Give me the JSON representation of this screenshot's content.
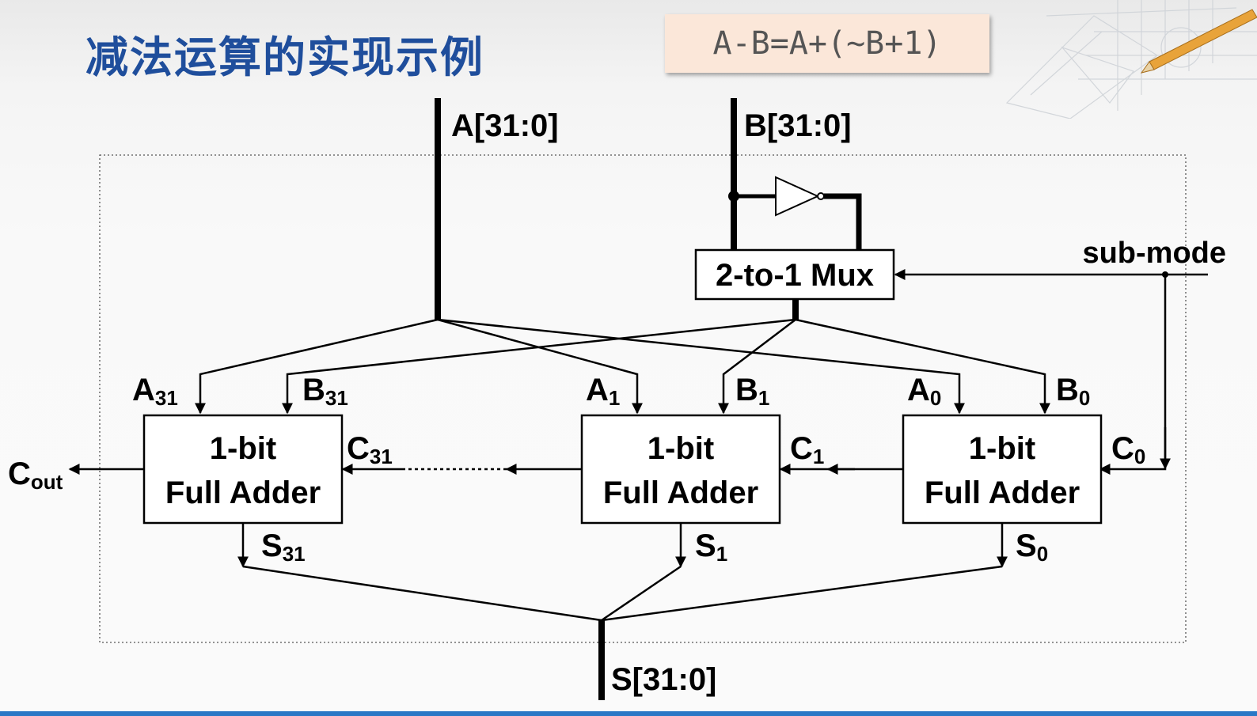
{
  "slide": {
    "title": "减法运算的实现示例",
    "formula": "A-B=A+(~B+1)"
  },
  "diagram": {
    "inputs": {
      "a_bus": "A[31:0]",
      "b_bus": "B[31:0]",
      "sub_mode": "sub-mode"
    },
    "mux_label": "2-to-1 Mux",
    "adders": [
      {
        "line1": "1-bit",
        "line2": "Full Adder",
        "a_base": "A",
        "a_sub": "31",
        "b_base": "B",
        "b_sub": "31",
        "c_base": "C",
        "c_sub": "31",
        "s_base": "S",
        "s_sub": "31"
      },
      {
        "line1": "1-bit",
        "line2": "Full Adder",
        "a_base": "A",
        "a_sub": "1",
        "b_base": "B",
        "b_sub": "1",
        "c_base": "C",
        "c_sub": "1",
        "s_base": "S",
        "s_sub": "1"
      },
      {
        "line1": "1-bit",
        "line2": "Full Adder",
        "a_base": "A",
        "a_sub": "0",
        "b_base": "B",
        "b_sub": "0",
        "c_base": "C",
        "c_sub": "0",
        "s_base": "S",
        "s_sub": "0"
      }
    ],
    "carry_out": {
      "base": "C",
      "sub": "out"
    },
    "output_bus": "S[31:0]"
  }
}
